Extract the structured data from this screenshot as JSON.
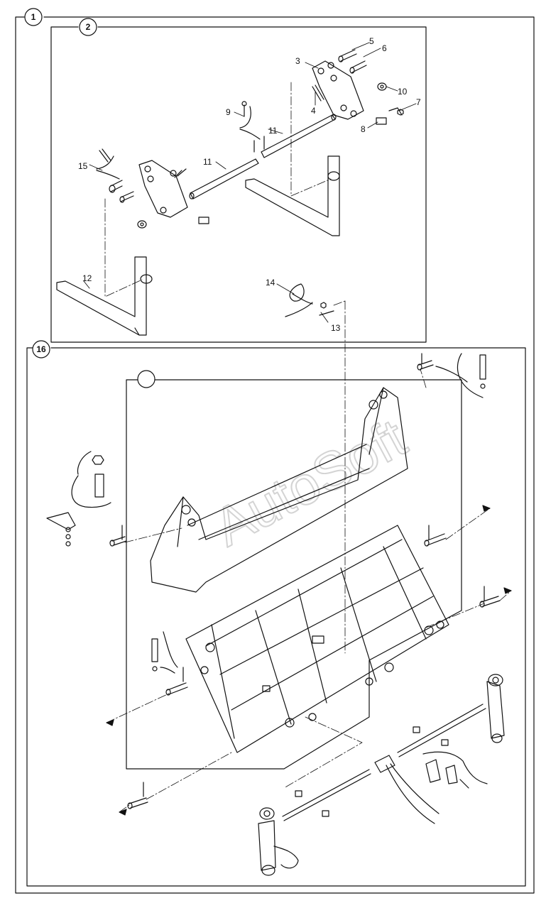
{
  "watermark": "AutoSoft",
  "corner_mark": "",
  "groups": [
    {
      "label": "1"
    },
    {
      "label": "2"
    },
    {
      "label": "16"
    },
    {
      "label": ""
    }
  ],
  "callouts": [
    "3",
    "4",
    "5",
    "6",
    "7",
    "8",
    "9",
    "10",
    "11",
    "11",
    "12",
    "13",
    "14",
    "15"
  ],
  "colors": {
    "line": "#111111",
    "watermark": "#d4d4d4",
    "background": "#ffffff"
  },
  "icons": [
    "fork-tine-icon",
    "fork-carrier-icon",
    "shaft-icon",
    "pin-icon",
    "bolt-icon",
    "nut-icon",
    "washer-icon",
    "linch-pin-icon",
    "bucket-icon",
    "quick-coupler-frame-icon",
    "hydraulic-cylinder-icon",
    "hydraulic-hose-icon",
    "valve-block-icon",
    "clamp-icon"
  ]
}
